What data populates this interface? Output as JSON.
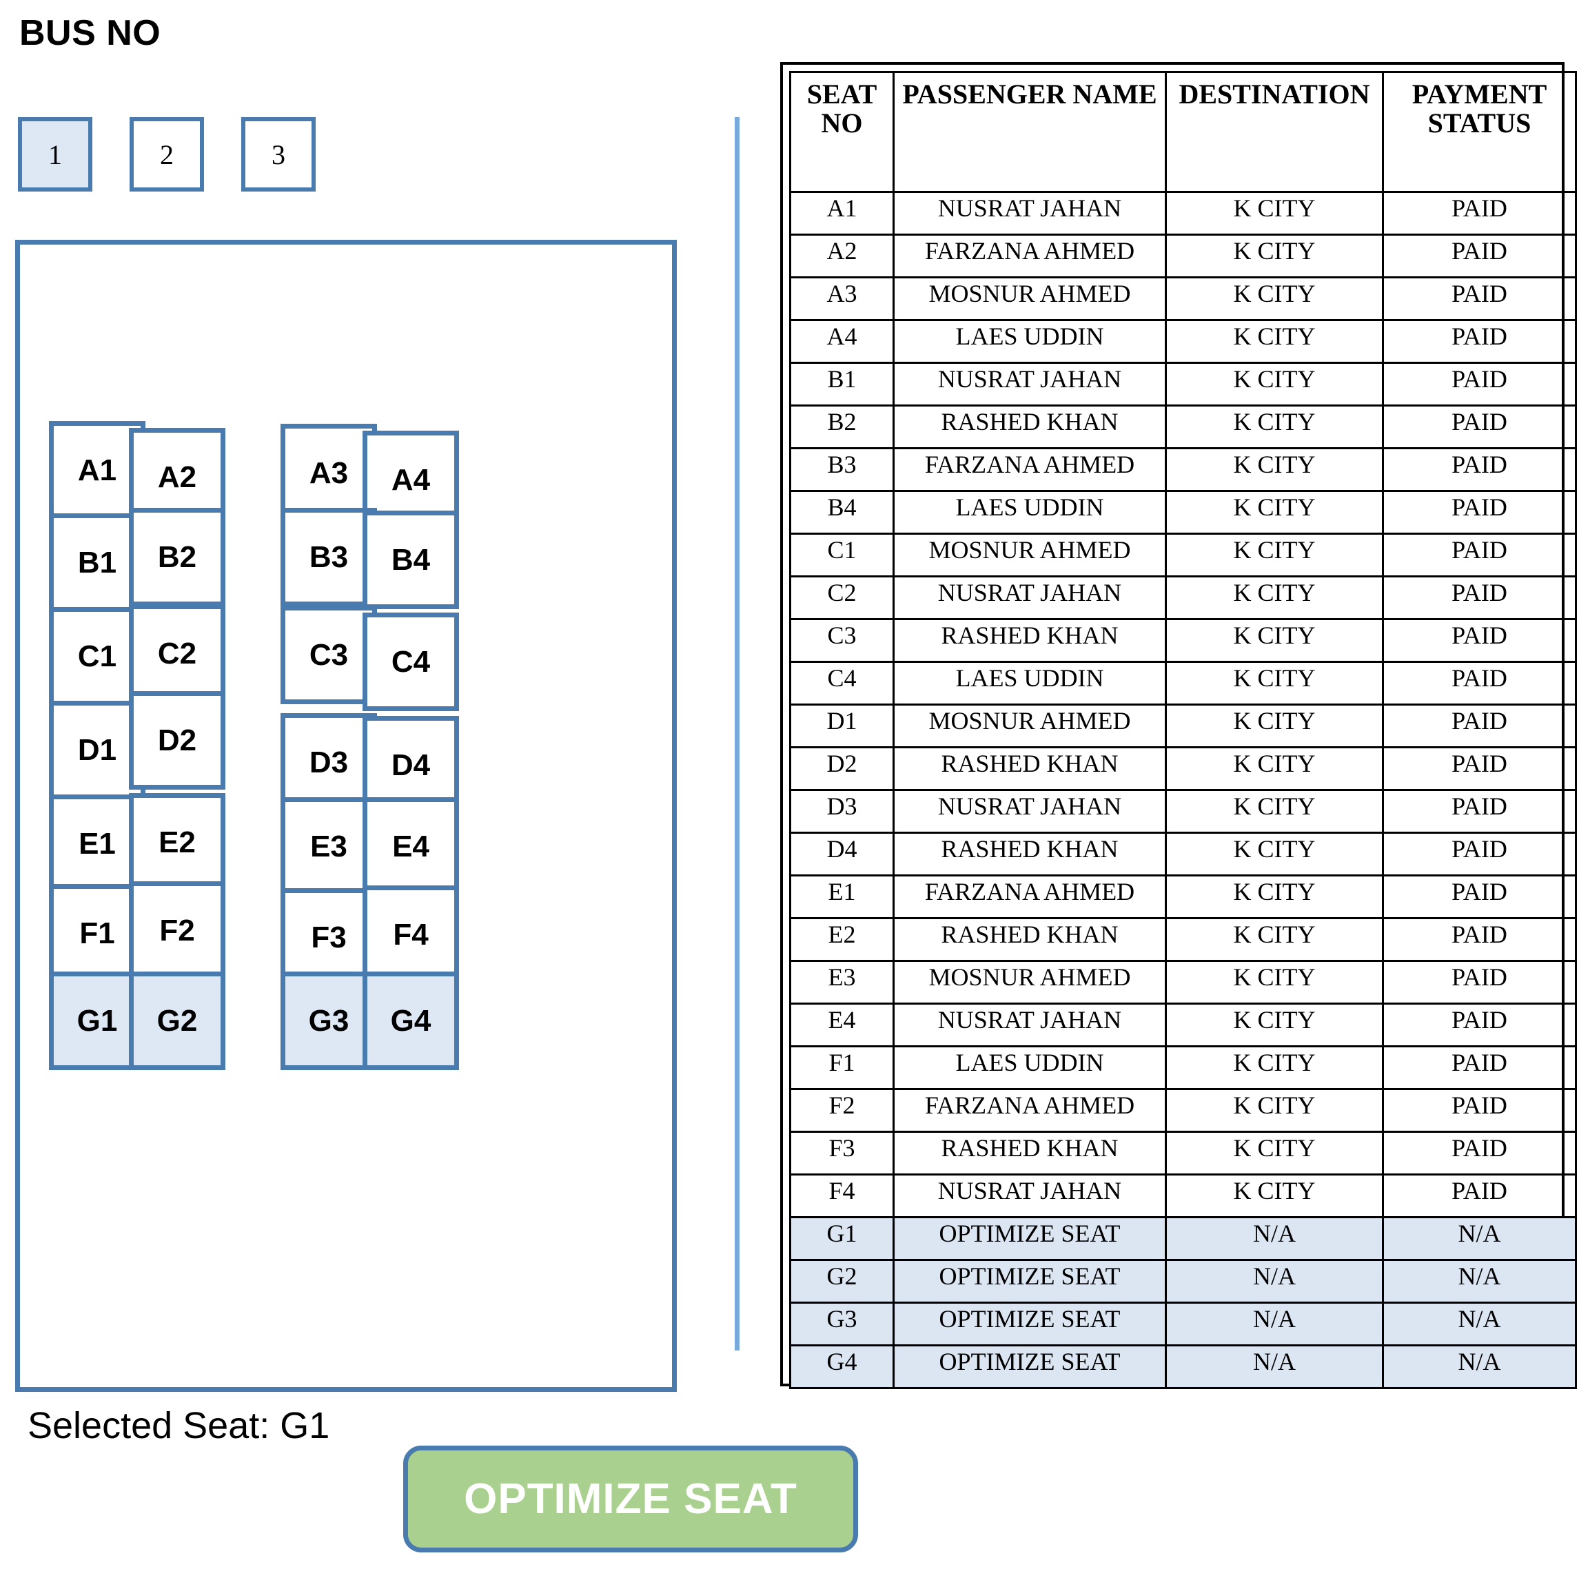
{
  "header": {
    "title": "BUS NO"
  },
  "bus_numbers": {
    "items": [
      {
        "label": "1",
        "selected": true
      },
      {
        "label": "2",
        "selected": false
      },
      {
        "label": "3",
        "selected": false
      }
    ]
  },
  "seat_map": {
    "rows": [
      {
        "row": "A",
        "seats": [
          {
            "label": "A1",
            "optimized": false
          },
          {
            "label": "A2",
            "optimized": false
          },
          {
            "label": "A3",
            "optimized": false
          },
          {
            "label": "A4",
            "optimized": false
          }
        ]
      },
      {
        "row": "B",
        "seats": [
          {
            "label": "B1",
            "optimized": false
          },
          {
            "label": "B2",
            "optimized": false
          },
          {
            "label": "B3",
            "optimized": false
          },
          {
            "label": "B4",
            "optimized": false
          }
        ]
      },
      {
        "row": "C",
        "seats": [
          {
            "label": "C1",
            "optimized": false
          },
          {
            "label": "C2",
            "optimized": false
          },
          {
            "label": "C3",
            "optimized": false
          },
          {
            "label": "C4",
            "optimized": false
          }
        ]
      },
      {
        "row": "D",
        "seats": [
          {
            "label": "D1",
            "optimized": false
          },
          {
            "label": "D2",
            "optimized": false
          },
          {
            "label": "D3",
            "optimized": false
          },
          {
            "label": "D4",
            "optimized": false
          }
        ]
      },
      {
        "row": "E",
        "seats": [
          {
            "label": "E1",
            "optimized": false
          },
          {
            "label": "E2",
            "optimized": false
          },
          {
            "label": "E3",
            "optimized": false
          },
          {
            "label": "E4",
            "optimized": false
          }
        ]
      },
      {
        "row": "F",
        "seats": [
          {
            "label": "F1",
            "optimized": false
          },
          {
            "label": "F2",
            "optimized": false
          },
          {
            "label": "F3",
            "optimized": false
          },
          {
            "label": "F4",
            "optimized": false
          }
        ]
      },
      {
        "row": "G",
        "seats": [
          {
            "label": "G1",
            "optimized": true
          },
          {
            "label": "G2",
            "optimized": true
          },
          {
            "label": "G3",
            "optimized": true
          },
          {
            "label": "G4",
            "optimized": true
          }
        ]
      }
    ]
  },
  "status": {
    "selected_seat_text": "Selected Seat: G1"
  },
  "actions": {
    "optimize_seat_label": "OPTIMIZE SEAT"
  },
  "table": {
    "columns": [
      "SEAT NO",
      "PASSENGER NAME",
      "DESTINATION",
      "PAYMENT STATUS"
    ],
    "rows": [
      {
        "seat_no": "A1",
        "passenger_name": "NUSRAT JAHAN",
        "destination": "K CITY",
        "payment_status": "PAID",
        "optimize": false
      },
      {
        "seat_no": "A2",
        "passenger_name": "FARZANA AHMED",
        "destination": "K CITY",
        "payment_status": "PAID",
        "optimize": false
      },
      {
        "seat_no": "A3",
        "passenger_name": "MOSNUR AHMED",
        "destination": "K CITY",
        "payment_status": "PAID",
        "optimize": false
      },
      {
        "seat_no": "A4",
        "passenger_name": "LAES UDDIN",
        "destination": "K CITY",
        "payment_status": "PAID",
        "optimize": false
      },
      {
        "seat_no": "B1",
        "passenger_name": "NUSRAT JAHAN",
        "destination": "K CITY",
        "payment_status": "PAID",
        "optimize": false
      },
      {
        "seat_no": "B2",
        "passenger_name": "RASHED KHAN",
        "destination": "K CITY",
        "payment_status": "PAID",
        "optimize": false
      },
      {
        "seat_no": "B3",
        "passenger_name": "FARZANA AHMED",
        "destination": "K CITY",
        "payment_status": "PAID",
        "optimize": false
      },
      {
        "seat_no": "B4",
        "passenger_name": "LAES UDDIN",
        "destination": "K CITY",
        "payment_status": "PAID",
        "optimize": false
      },
      {
        "seat_no": "C1",
        "passenger_name": "MOSNUR AHMED",
        "destination": "K CITY",
        "payment_status": "PAID",
        "optimize": false
      },
      {
        "seat_no": "C2",
        "passenger_name": "NUSRAT JAHAN",
        "destination": "K CITY",
        "payment_status": "PAID",
        "optimize": false
      },
      {
        "seat_no": "C3",
        "passenger_name": "RASHED KHAN",
        "destination": "K CITY",
        "payment_status": "PAID",
        "optimize": false
      },
      {
        "seat_no": "C4",
        "passenger_name": "LAES UDDIN",
        "destination": "K CITY",
        "payment_status": "PAID",
        "optimize": false
      },
      {
        "seat_no": "D1",
        "passenger_name": "MOSNUR AHMED",
        "destination": "K CITY",
        "payment_status": "PAID",
        "optimize": false
      },
      {
        "seat_no": "D2",
        "passenger_name": "RASHED KHAN",
        "destination": "K CITY",
        "payment_status": "PAID",
        "optimize": false
      },
      {
        "seat_no": "D3",
        "passenger_name": "NUSRAT JAHAN",
        "destination": "K CITY",
        "payment_status": "PAID",
        "optimize": false
      },
      {
        "seat_no": "D4",
        "passenger_name": "RASHED KHAN",
        "destination": "K CITY",
        "payment_status": "PAID",
        "optimize": false
      },
      {
        "seat_no": "E1",
        "passenger_name": "FARZANA AHMED",
        "destination": "K CITY",
        "payment_status": "PAID",
        "optimize": false
      },
      {
        "seat_no": "E2",
        "passenger_name": "RASHED KHAN",
        "destination": "K CITY",
        "payment_status": "PAID",
        "optimize": false
      },
      {
        "seat_no": "E3",
        "passenger_name": "MOSNUR AHMED",
        "destination": "K CITY",
        "payment_status": "PAID",
        "optimize": false
      },
      {
        "seat_no": "E4",
        "passenger_name": "NUSRAT JAHAN",
        "destination": "K CITY",
        "payment_status": "PAID",
        "optimize": false
      },
      {
        "seat_no": "F1",
        "passenger_name": "LAES UDDIN",
        "destination": "K CITY",
        "payment_status": "PAID",
        "optimize": false
      },
      {
        "seat_no": "F2",
        "passenger_name": "FARZANA AHMED",
        "destination": "K CITY",
        "payment_status": "PAID",
        "optimize": false
      },
      {
        "seat_no": "F3",
        "passenger_name": "RASHED KHAN",
        "destination": "K CITY",
        "payment_status": "PAID",
        "optimize": false
      },
      {
        "seat_no": "F4",
        "passenger_name": "NUSRAT JAHAN",
        "destination": "K CITY",
        "payment_status": "PAID",
        "optimize": false
      },
      {
        "seat_no": "G1",
        "passenger_name": "OPTIMIZE SEAT",
        "destination": "N/A",
        "payment_status": "N/A",
        "optimize": true
      },
      {
        "seat_no": "G2",
        "passenger_name": "OPTIMIZE SEAT",
        "destination": "N/A",
        "payment_status": "N/A",
        "optimize": true
      },
      {
        "seat_no": "G3",
        "passenger_name": "OPTIMIZE SEAT",
        "destination": "N/A",
        "payment_status": "N/A",
        "optimize": true
      },
      {
        "seat_no": "G4",
        "passenger_name": "OPTIMIZE SEAT",
        "destination": "N/A",
        "payment_status": "N/A",
        "optimize": true
      }
    ]
  },
  "colors": {
    "accent_blue": "#4a7bae",
    "selected_fill": "#dee8f5",
    "button_green": "#a9d08e",
    "divider_blue": "#78a9dd",
    "table_row_highlight": "#dce6f2"
  }
}
